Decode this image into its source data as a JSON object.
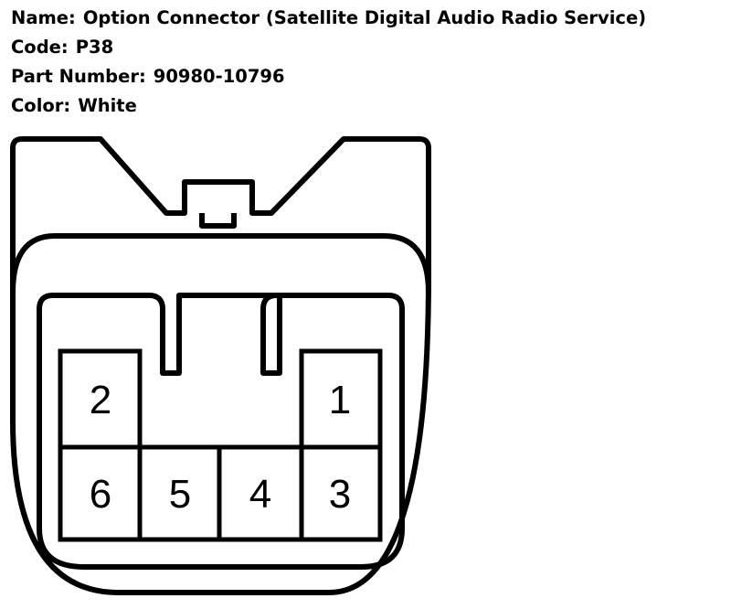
{
  "connector": {
    "name_label": "Name:",
    "name": "Option Connector (Satellite Digital Audio Radio Service)",
    "code_label": "Code:",
    "code": "P38",
    "part_number_label": "Part Number:",
    "part_number": "90980-10796",
    "color_label": "Color:",
    "color": "White"
  },
  "pins": [
    {
      "number": "2"
    },
    {
      "number": "1"
    },
    {
      "number": "6"
    },
    {
      "number": "5"
    },
    {
      "number": "4"
    },
    {
      "number": "3"
    }
  ],
  "colors": {
    "line": "#000000",
    "background": "#ffffff"
  }
}
